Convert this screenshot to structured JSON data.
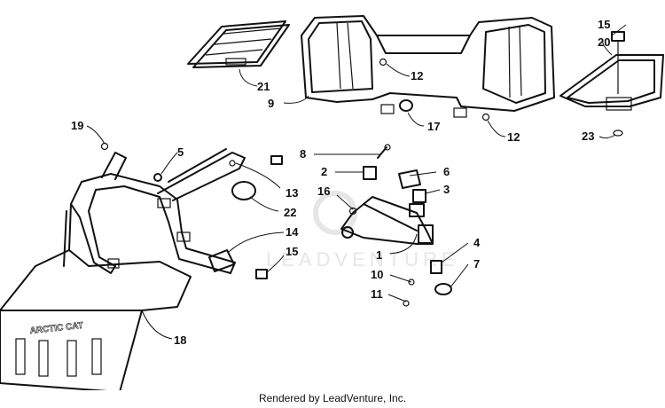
{
  "footer_text": "Rendered by LeadVenture, Inc.",
  "watermark_text": "LEADVENTURE",
  "brand_mark": "ARCTIC CAT",
  "callouts": [
    {
      "id": "21",
      "label": "21"
    },
    {
      "id": "9",
      "label": "9"
    },
    {
      "id": "12a",
      "label": "12"
    },
    {
      "id": "17",
      "label": "17"
    },
    {
      "id": "12b",
      "label": "12"
    },
    {
      "id": "15a",
      "label": "15"
    },
    {
      "id": "20",
      "label": "20"
    },
    {
      "id": "23",
      "label": "23"
    },
    {
      "id": "19",
      "label": "19"
    },
    {
      "id": "5",
      "label": "5"
    },
    {
      "id": "13",
      "label": "13"
    },
    {
      "id": "22",
      "label": "22"
    },
    {
      "id": "14",
      "label": "14"
    },
    {
      "id": "15b",
      "label": "15"
    },
    {
      "id": "18",
      "label": "18"
    },
    {
      "id": "8",
      "label": "8"
    },
    {
      "id": "2",
      "label": "2"
    },
    {
      "id": "16",
      "label": "16"
    },
    {
      "id": "6",
      "label": "6"
    },
    {
      "id": "3",
      "label": "3"
    },
    {
      "id": "1",
      "label": "1"
    },
    {
      "id": "4",
      "label": "4"
    },
    {
      "id": "10",
      "label": "10"
    },
    {
      "id": "7",
      "label": "7"
    },
    {
      "id": "11",
      "label": "11"
    }
  ]
}
